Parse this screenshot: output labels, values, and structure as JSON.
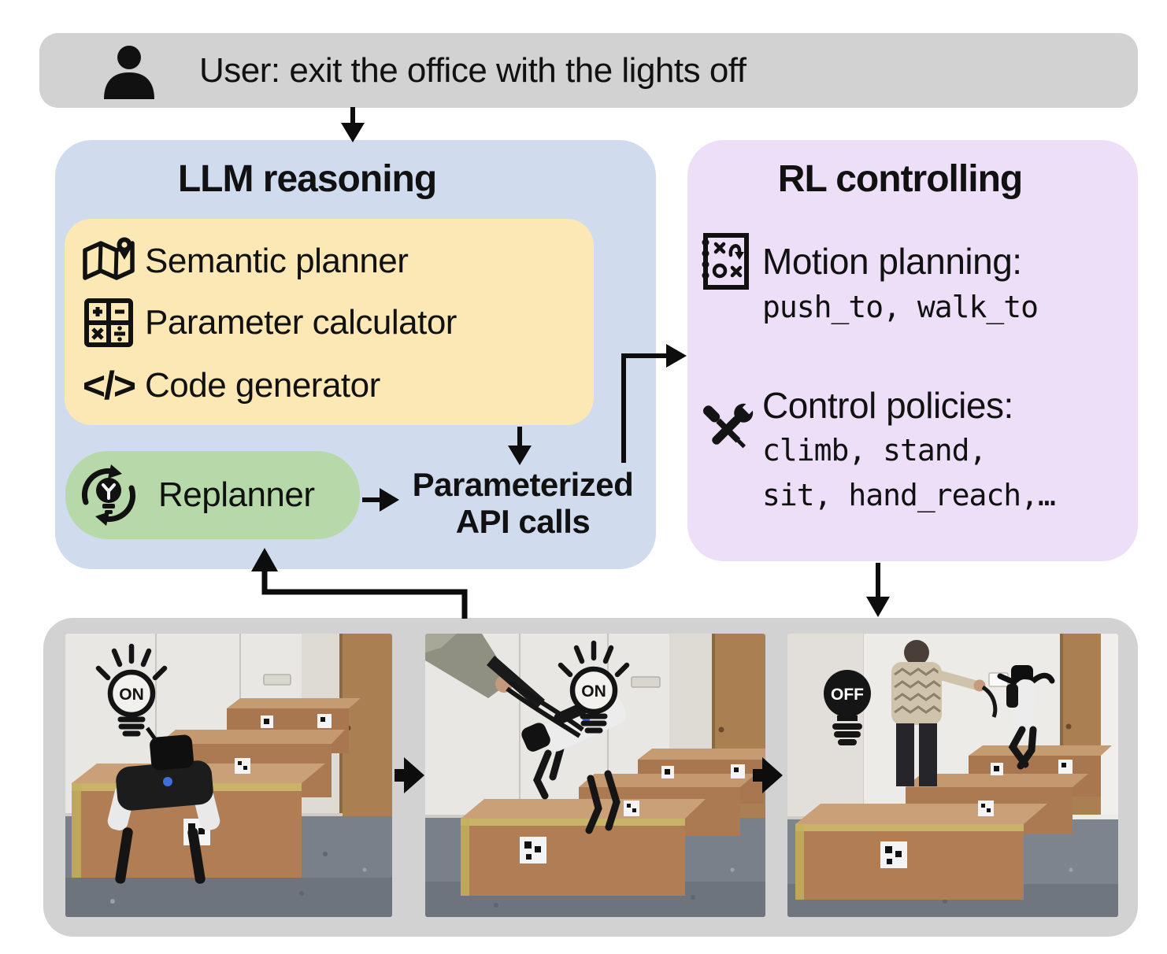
{
  "colors": {
    "bar_gray": "#d2d2d2",
    "llm_blue": "#d0dbee",
    "modules_yellow": "#fbe8b4",
    "replanner_green": "#b7d9a9",
    "rl_purple": "#ecdff7",
    "ink": "#111111"
  },
  "user_bar": {
    "icon": "user-icon",
    "label": "User: exit the office with the lights off"
  },
  "llm": {
    "title": "LLM reasoning",
    "modules": [
      {
        "icon": "map-pin-icon",
        "label": "Semantic planner"
      },
      {
        "icon": "calculator-icon",
        "label": "Parameter calculator"
      },
      {
        "icon": "code-icon",
        "glyph": "</>",
        "label": "Code generator"
      }
    ],
    "replanner": {
      "icon": "replan-bulb-icon",
      "label": "Replanner"
    },
    "api": {
      "line1": "Parameterized",
      "line2": "API calls"
    }
  },
  "rl": {
    "title": "RL controlling",
    "motion": {
      "icon": "strategy-notepad-icon",
      "label": "Motion planning:",
      "code": "push_to, walk_to"
    },
    "control": {
      "icon": "crossed-tools-icon",
      "label": "Control policies:",
      "code_line1": "climb, stand,",
      "code_line2": "sit, hand_reach,…"
    }
  },
  "photos": [
    {
      "bulb": "ON",
      "scene": "robot dog before cardboard box stairs, office door at right"
    },
    {
      "bulb": "ON",
      "scene": "handler with leash guiding robot dog climbing the box stairs"
    },
    {
      "bulb": "OFF",
      "scene": "robot upright on top box reaching wall switch beside a person"
    }
  ]
}
